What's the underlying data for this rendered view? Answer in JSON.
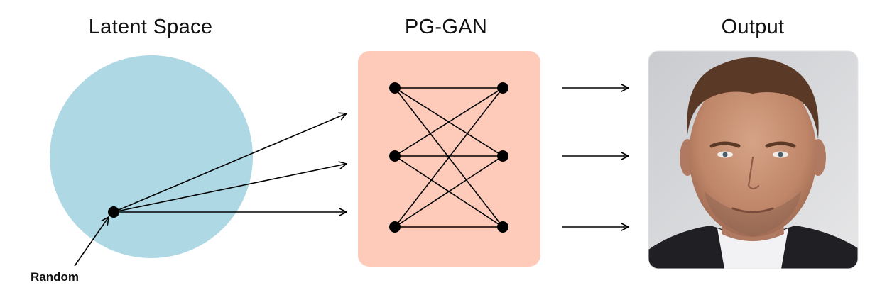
{
  "titles": {
    "latent_space": "Latent Space",
    "gan": "PG-GAN",
    "output": "Output"
  },
  "labels": {
    "random": "Random"
  },
  "colors": {
    "latent_circle": "#add8e4",
    "gan_box": "#fecbba",
    "ink": "#000000",
    "face_background": "#d9dadb",
    "suit": "#1f1f24",
    "shirt": "#f2f2f4",
    "skin": "#c8937a",
    "hair": "#5a3a26"
  },
  "network": {
    "left_nodes": 3,
    "right_nodes": 3,
    "fully_connected": true
  },
  "icons": {
    "output_image": "portrait-of-man-icon"
  }
}
